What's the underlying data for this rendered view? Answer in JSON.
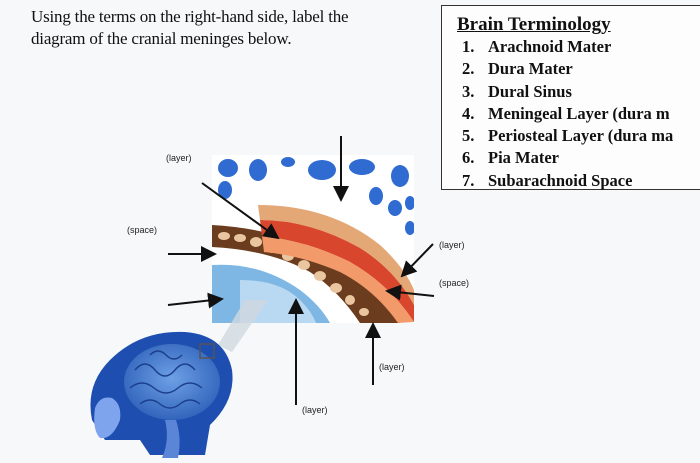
{
  "instructions": {
    "line1": "Using the terms on the right-hand side, label the",
    "line2": "diagram of the cranial meninges below."
  },
  "terminology": {
    "title": "Brain Terminology",
    "items": [
      {
        "num": "1.",
        "label": "Arachnoid Mater"
      },
      {
        "num": "2.",
        "label": "Dura Mater"
      },
      {
        "num": "3.",
        "label": "Dural Sinus"
      },
      {
        "num": "4.",
        "label": "Meningeal Layer (dura m"
      },
      {
        "num": "5.",
        "label": "Periosteal Layer (dura ma"
      },
      {
        "num": "6.",
        "label": "Pia Mater"
      },
      {
        "num": "7.",
        "label": "Subarachnoid Space"
      }
    ]
  },
  "diagram_labels": {
    "layer_top_left": "(layer)",
    "space_left": "(space)",
    "layer_right": "(layer)",
    "space_right": "(space)",
    "layer_bottom_right": "(layer)",
    "layer_bottom": "(layer)"
  },
  "colors": {
    "skull_blue": "#2f6bd1",
    "bone_brown": "#6b3d1e",
    "dura_red": "#d9462e",
    "arachnoid_orange": "#f29a6a",
    "csf_blue": "#7fb7e4",
    "brain_blue": "#3d7ad1"
  }
}
